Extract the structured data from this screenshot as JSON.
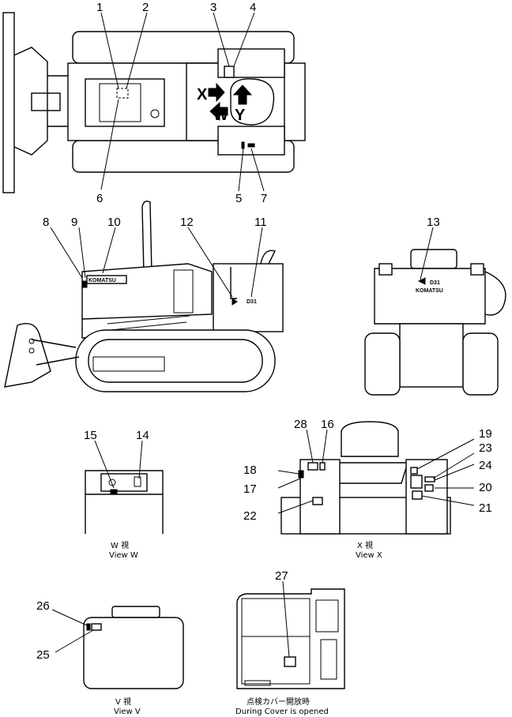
{
  "callouts": {
    "n1": "1",
    "n2": "2",
    "n3": "3",
    "n4": "4",
    "n5": "5",
    "n6": "6",
    "n7": "7",
    "n8": "8",
    "n9": "9",
    "n10": "10",
    "n11": "11",
    "n12": "12",
    "n13": "13",
    "n14": "14",
    "n15": "15",
    "n16": "16",
    "n17": "17",
    "n18": "18",
    "n19": "19",
    "n20": "20",
    "n21": "21",
    "n22": "22",
    "n23": "23",
    "n24": "24",
    "n25": "25",
    "n26": "26",
    "n27": "27",
    "n28": "28"
  },
  "view_markers": {
    "x": "X",
    "w": "W",
    "y": "Y"
  },
  "machine_text": {
    "brand": "KOMATSU",
    "model": "D31",
    "brand_rear": "KOMATSU",
    "model_rear": "D31"
  },
  "captions": {
    "view_w_jp": "W 視",
    "view_w": "View W",
    "view_x_jp": "X 視",
    "view_x": "View X",
    "view_v_jp": "V 視",
    "view_v": "View V",
    "cover_jp": "点検カバー開放時",
    "cover": "During Cover is opened"
  }
}
